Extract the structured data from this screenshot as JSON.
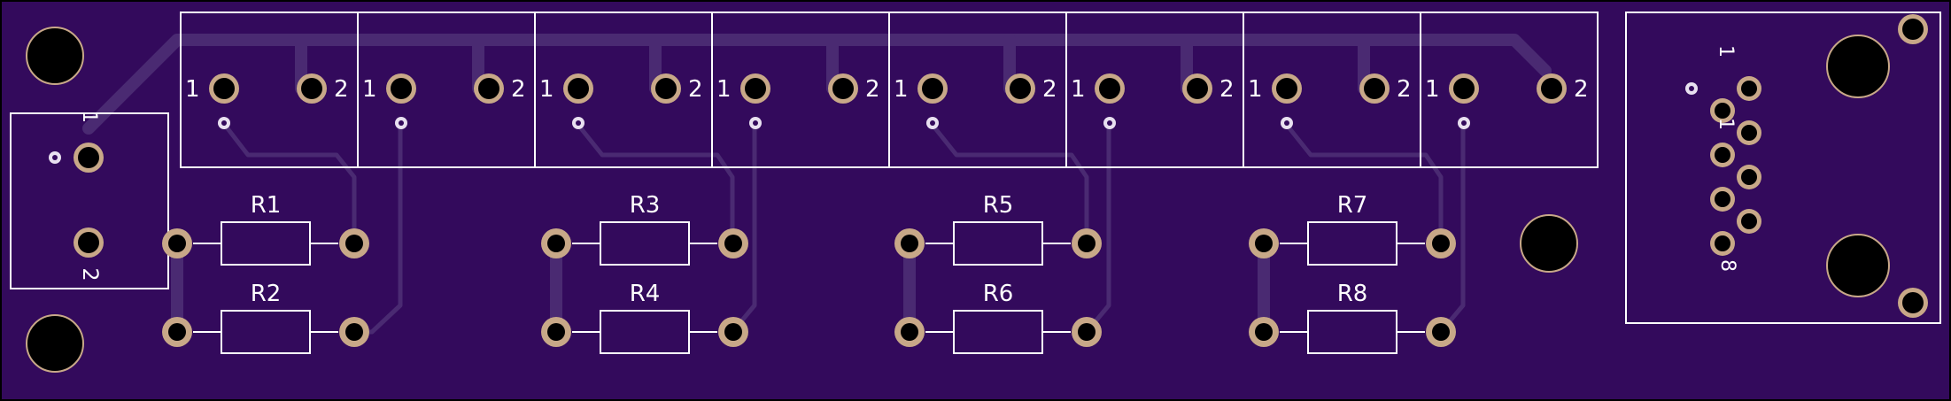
{
  "board": {
    "colors": {
      "board": "#330a5c",
      "outline": "#000000",
      "trace": "#4a2a72",
      "silk": "#ffffff",
      "pad": "#c8a888",
      "hole": "#000000",
      "via": "#e8e0f0"
    }
  },
  "connectors": [
    {
      "pin1": "1",
      "pin2": "2"
    },
    {
      "pin1": "1",
      "pin2": "2"
    },
    {
      "pin1": "1",
      "pin2": "2"
    },
    {
      "pin1": "1",
      "pin2": "2"
    },
    {
      "pin1": "1",
      "pin2": "2"
    },
    {
      "pin1": "1",
      "pin2": "2"
    },
    {
      "pin1": "1",
      "pin2": "2"
    },
    {
      "pin1": "1",
      "pin2": "2"
    }
  ],
  "power_connector": {
    "pin1": "1",
    "pin2": "2"
  },
  "rj45": {
    "pin1": "1",
    "pin8": "8",
    "pin_mid": "1"
  },
  "resistors": [
    "R1",
    "R2",
    "R3",
    "R4",
    "R5",
    "R6",
    "R7",
    "R8"
  ]
}
